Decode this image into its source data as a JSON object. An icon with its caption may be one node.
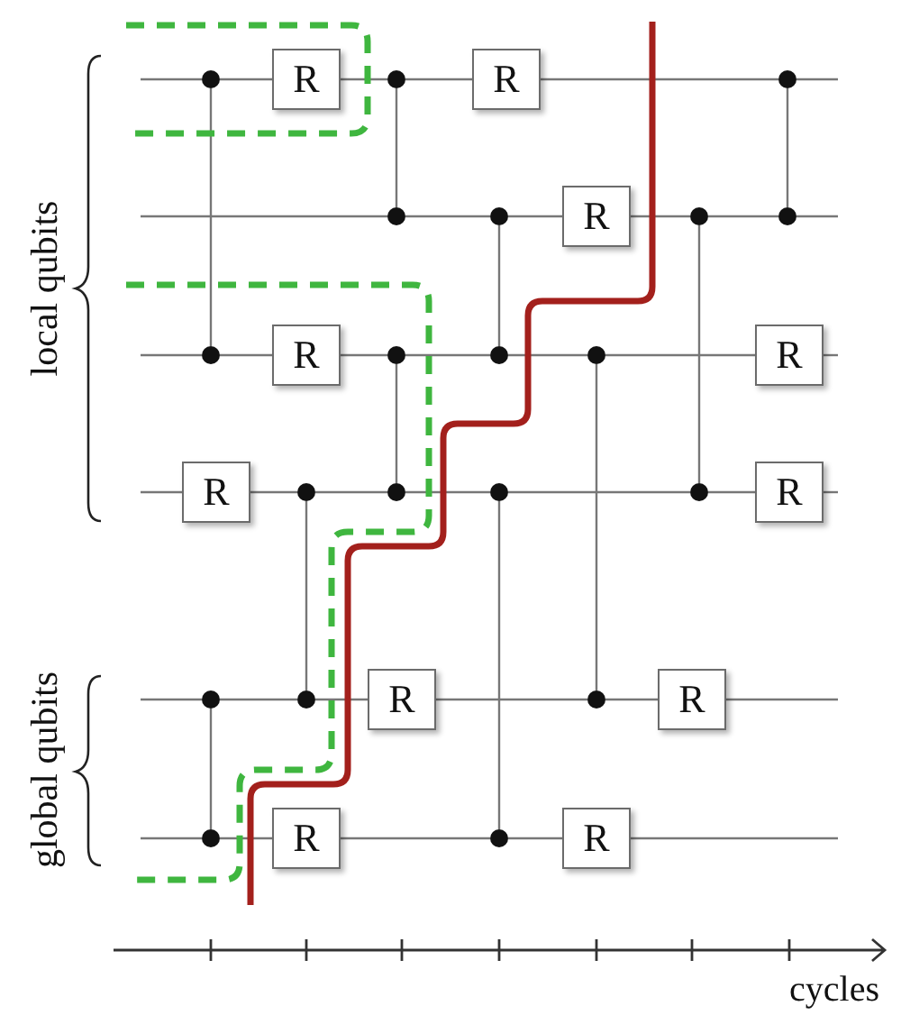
{
  "diagram": {
    "nodes": [
      {
        "text": [],
        "shape": "circle"
      },
      {
        "text": [
          "R"
        ]
      },
      {
        "text": [],
        "shape": "circle"
      },
      {
        "text": [
          "R"
        ]
      },
      {
        "text": [],
        "shape": "circle"
      },
      {
        "text": [],
        "shape": "circle"
      },
      {
        "text": [],
        "shape": "circle"
      },
      {
        "text": [
          "R"
        ]
      },
      {
        "text": [],
        "shape": "circle"
      },
      {
        "text": [],
        "shape": "circle"
      },
      {
        "text": [],
        "shape": "circle"
      },
      {
        "text": [
          "R"
        ]
      },
      {
        "text": [],
        "shape": "circle"
      },
      {
        "text": [],
        "shape": "circle"
      },
      {
        "text": [],
        "shape": "circle"
      },
      {
        "text": [
          "R"
        ]
      },
      {
        "text": [
          "R"
        ]
      },
      {
        "text": [],
        "shape": "circle"
      },
      {
        "text": [],
        "shape": "circle"
      },
      {
        "text": [],
        "shape": "circle"
      },
      {
        "text": [],
        "shape": "circle"
      },
      {
        "text": [
          "R"
        ]
      },
      {
        "text": [],
        "shape": "circle"
      },
      {
        "text": [],
        "shape": "circle"
      },
      {
        "text": [
          "R"
        ]
      },
      {
        "text": [],
        "shape": "circle"
      },
      {
        "text": [
          "R"
        ]
      },
      {
        "text": [],
        "shape": "circle"
      },
      {
        "text": [
          "R"
        ]
      },
      {
        "text": [],
        "shape": "circle"
      },
      {
        "text": [
          "R"
        ]
      }
    ],
    "edges": [
      {
        "from": null,
        "to": 0,
        "arrow": "none"
      },
      {
        "from": 0,
        "to": 1,
        "arrow": "none"
      },
      {
        "from": 1,
        "to": 2,
        "arrow": "none"
      },
      {
        "from": 2,
        "to": 3,
        "arrow": "none"
      },
      {
        "from": 3,
        "to": 4,
        "arrow": "none"
      },
      {
        "from": 4,
        "to": null,
        "arrow": "none"
      },
      {
        "from": null,
        "to": 5,
        "arrow": "none"
      },
      {
        "from": 5,
        "to": 6,
        "arrow": "none"
      },
      {
        "from": 6,
        "to": 7,
        "arrow": "none"
      },
      {
        "from": 7,
        "to": 8,
        "arrow": "none"
      },
      {
        "from": 8,
        "to": 9,
        "arrow": "none"
      },
      {
        "from": 9,
        "to": null,
        "arrow": "none"
      },
      {
        "from": null,
        "to": 10,
        "arrow": "none"
      },
      {
        "from": 10,
        "to": 11,
        "arrow": "none"
      },
      {
        "from": 11,
        "to": 12,
        "arrow": "none"
      },
      {
        "from": 12,
        "to": 13,
        "arrow": "none"
      },
      {
        "from": 13,
        "to": 14,
        "arrow": "none"
      },
      {
        "from": 14,
        "to": 15,
        "arrow": "none"
      },
      {
        "from": 15,
        "to": null,
        "arrow": "none"
      },
      {
        "from": null,
        "to": 16,
        "arrow": "none"
      },
      {
        "from": 16,
        "to": 17,
        "arrow": "none"
      },
      {
        "from": 17,
        "to": 18,
        "arrow": "none"
      },
      {
        "from": 18,
        "to": 19,
        "arrow": "none"
      },
      {
        "from": 19,
        "to": 20,
        "arrow": "none"
      },
      {
        "from": 20,
        "to": 21,
        "arrow": "none"
      },
      {
        "from": 21,
        "to": null,
        "arrow": "none"
      },
      {
        "from": null,
        "to": 22,
        "arrow": "none"
      },
      {
        "from": 22,
        "to": 23,
        "arrow": "none"
      },
      {
        "from": 23,
        "to": 24,
        "arrow": "none"
      },
      {
        "from": 24,
        "to": 25,
        "arrow": "none"
      },
      {
        "from": 25,
        "to": 26,
        "arrow": "none"
      },
      {
        "from": 26,
        "to": null,
        "arrow": "none"
      },
      {
        "from": null,
        "to": 27,
        "arrow": "none"
      },
      {
        "from": 27,
        "to": 28,
        "arrow": "none"
      },
      {
        "from": 28,
        "to": 29,
        "arrow": "none"
      },
      {
        "from": 29,
        "to": 30,
        "arrow": "none"
      },
      {
        "from": 30,
        "to": null,
        "arrow": "none"
      },
      {
        "from": 0,
        "to": 10,
        "arrow": "none"
      },
      {
        "from": 22,
        "to": 27,
        "arrow": "none"
      },
      {
        "from": 17,
        "to": 23,
        "arrow": "none"
      },
      {
        "from": 2,
        "to": 5,
        "arrow": "none"
      },
      {
        "from": 12,
        "to": 18,
        "arrow": "none"
      },
      {
        "from": 6,
        "to": 13,
        "arrow": "none"
      },
      {
        "from": 19,
        "to": 29,
        "arrow": "none"
      },
      {
        "from": 14,
        "to": 25,
        "arrow": "none"
      },
      {
        "from": 8,
        "to": 20,
        "arrow": "none"
      },
      {
        "from": 4,
        "to": 9,
        "arrow": "none"
      }
    ],
    "labels": [
      "local qubits",
      "global qubits",
      "cycles"
    ]
  }
}
